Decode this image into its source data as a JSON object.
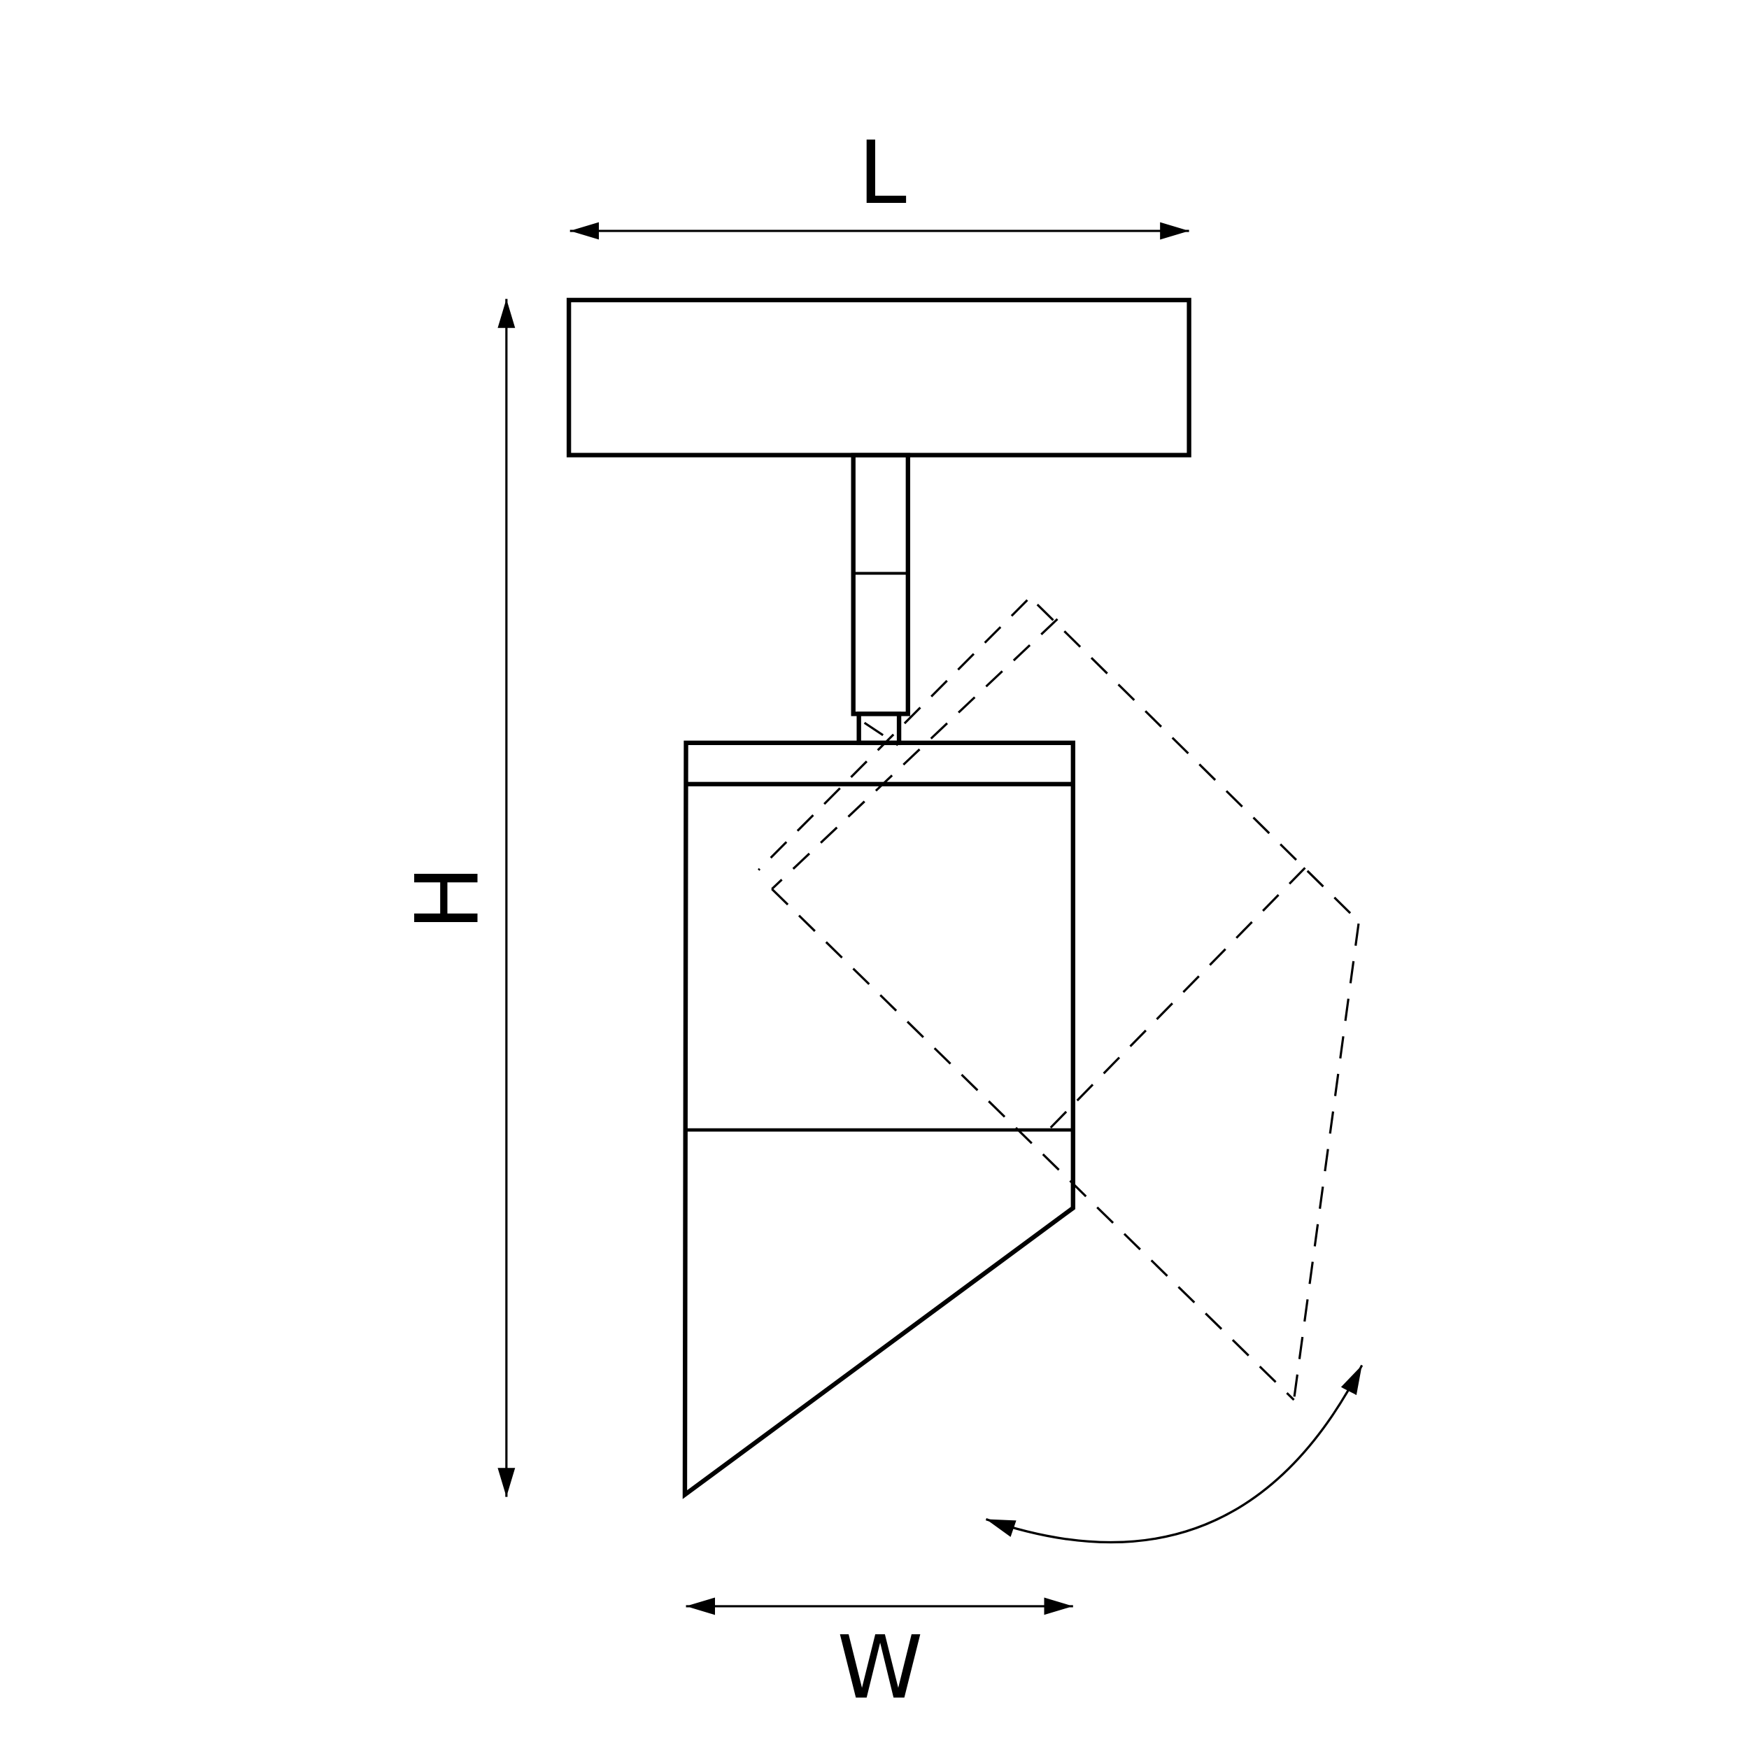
{
  "dimensions": {
    "length_label": "L",
    "height_label": "H",
    "width_label": "W"
  },
  "colors": {
    "stroke": "#000000",
    "background": "#ffffff"
  }
}
